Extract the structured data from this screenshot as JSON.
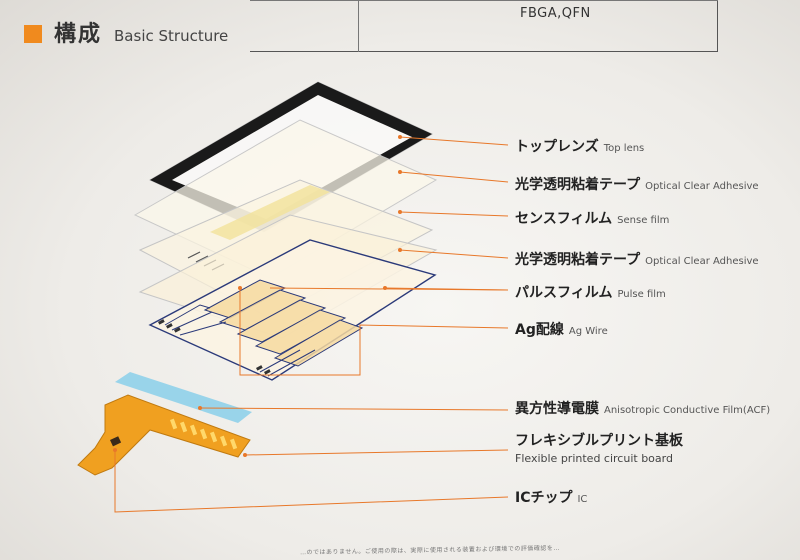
{
  "table": {
    "cell_text": "FBGA,QFN"
  },
  "section": {
    "title_jp": "構成",
    "title_en": "Basic Structure"
  },
  "layers": [
    {
      "jp": "トップレンズ",
      "en": "Top lens"
    },
    {
      "jp": "光学透明粘着テープ",
      "en": "Optical Clear Adhesive"
    },
    {
      "jp": "センスフィルム",
      "en": "Sense film"
    },
    {
      "jp": "光学透明粘着テープ",
      "en": "Optical Clear Adhesive"
    },
    {
      "jp": "パルスフィルム",
      "en": "Pulse film"
    },
    {
      "jp": "Ag配線",
      "en": "Ag Wire"
    },
    {
      "jp": "異方性導電膜",
      "en": "Anisotropic Conductive Film(ACF)"
    },
    {
      "jp": "フレキシブルプリント基板",
      "en": "Flexible printed circuit board"
    },
    {
      "jp": "ICチップ",
      "en": "IC"
    }
  ],
  "footnote": "…のではありません。ご使用の際は、実際に使用される装置および環境での評価確認を…",
  "colors": {
    "accent": "#f08a1e",
    "leader": "#e8782a",
    "frame": "#1a1a1a",
    "wire": "#2b3a7a",
    "fpc": "#f0a020",
    "acf": "#8fd0ea"
  }
}
